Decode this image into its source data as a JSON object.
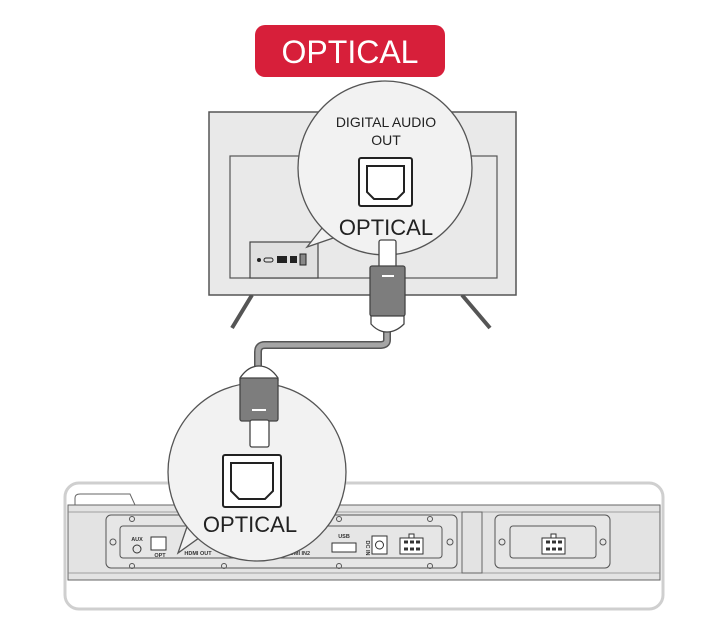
{
  "title": "OPTICAL",
  "colors": {
    "badge": "#d71f3a",
    "cable": "#9a9a9a",
    "plug": "#7a7a7a",
    "outline": "#555555"
  },
  "tv_callout": {
    "line1": "DIGITAL AUDIO",
    "line2": "OUT",
    "port_label": "OPTICAL"
  },
  "soundbar_callout": {
    "port_label": "OPTICAL"
  },
  "soundbar_panel": {
    "aux": "AUX",
    "opt": "OPT",
    "hdmi_out": "HDMI OUT",
    "hdmi_in2": "HDMI IN2",
    "usb": "USB",
    "dc_in": "DC IN"
  }
}
